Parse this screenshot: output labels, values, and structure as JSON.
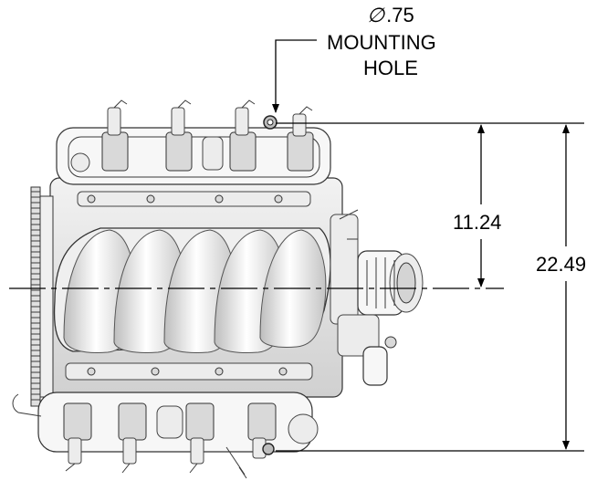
{
  "callout": {
    "diameter_symbol": "∅",
    "diameter_value": ".75",
    "line1": "MOUNTING",
    "line2": "HOLE"
  },
  "dimensions": {
    "inner": "11.24",
    "outer": "22.49"
  }
}
